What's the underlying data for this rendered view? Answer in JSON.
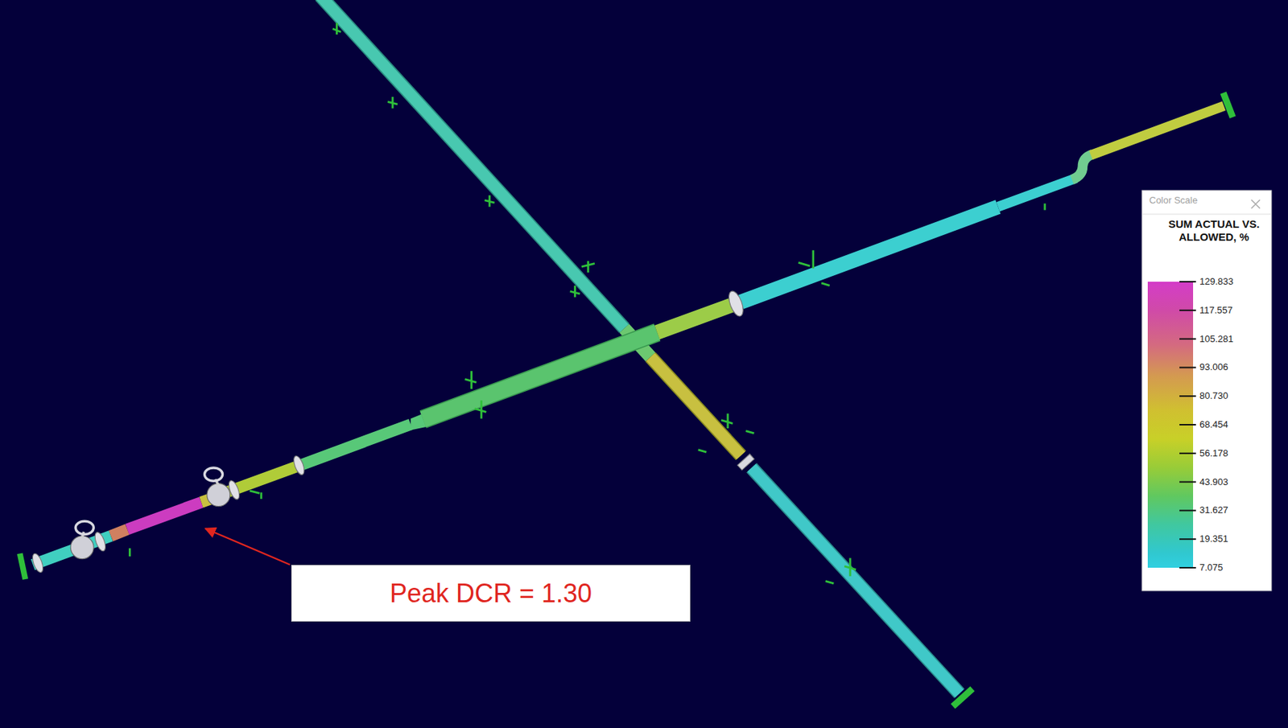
{
  "diagram": {
    "nodes": [
      {
        "text": [
          "Color Scale",
          "SUM ACTUAL VS. ALLOWED, %"
        ]
      },
      {
        "text": [
          "Peak DCR = 1.30"
        ]
      }
    ],
    "labels": [
      "129.833",
      "117.557",
      "105.281",
      "93.006",
      "80.730",
      "68.454",
      "56.178",
      "43.903",
      "31.627",
      "19.351",
      "7.075"
    ]
  }
}
